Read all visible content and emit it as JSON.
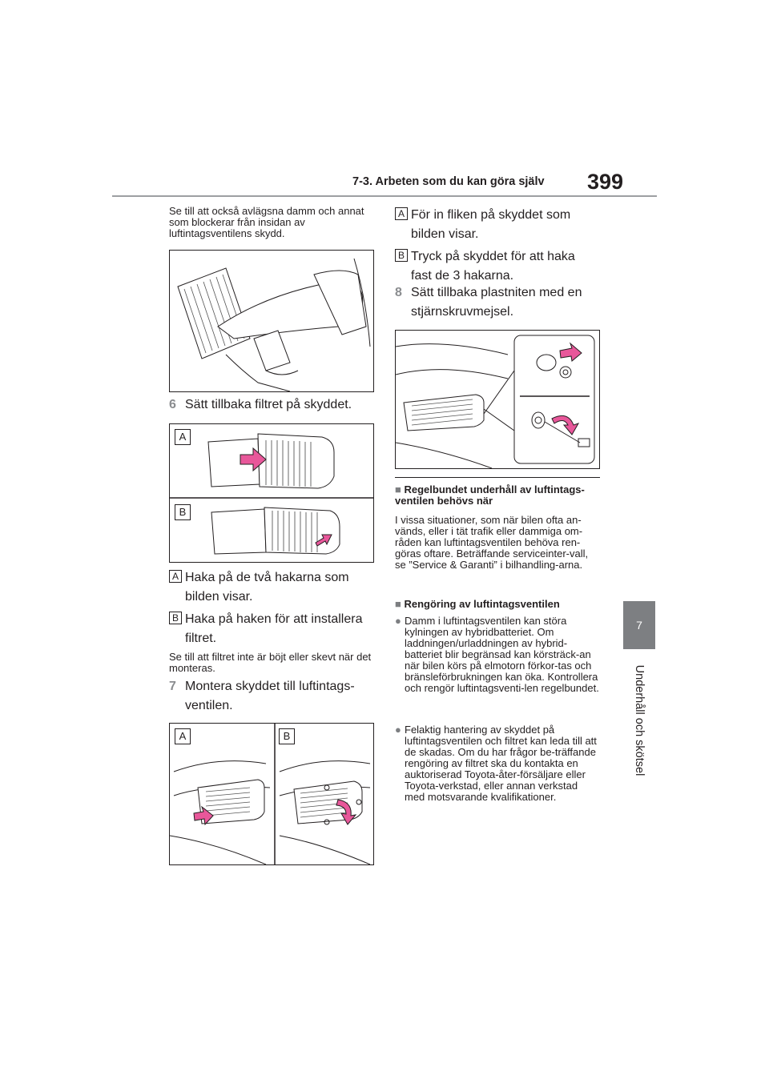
{
  "header": {
    "section": "7-3. Arbeten som du kan göra själv",
    "page_number": "399"
  },
  "side_tab": {
    "chapter_number": "7",
    "chapter_title": "Underhåll och skötsel"
  },
  "left_column": {
    "intro_note": "Se till att också avlägsna damm och annat som blockerar från insidan av luftintagsventilens skydd.",
    "step6": {
      "number": "6",
      "text": "Sätt tillbaka filtret på skyddet."
    },
    "fig2_labels": {
      "a": "A",
      "b": "B"
    },
    "item_a": {
      "label": "A",
      "text": "Haka på de två hakarna som bilden visar."
    },
    "item_b": {
      "label": "B",
      "text": "Haka på haken för att installera filtret."
    },
    "note2": "Se till att filtret inte är böjt eller skevt när det monteras.",
    "step7": {
      "number": "7",
      "text": "Montera skyddet till luftintags-ventilen."
    },
    "fig3_labels": {
      "a": "A",
      "b": "B"
    }
  },
  "right_column": {
    "item_a": {
      "label": "A",
      "text": "För in fliken på skyddet som bilden visar."
    },
    "item_b": {
      "label": "B",
      "text": "Tryck på skyddet för att haka fast de 3 hakarna."
    },
    "step8": {
      "number": "8",
      "text": "Sätt tillbaka plastniten med en stjärnskruvmejsel."
    },
    "section1": {
      "marker": "■",
      "title": "Regelbundet underhåll av luftintags-ventilen behövs när",
      "body": "I vissa situationer, som när bilen ofta an-vänds, eller i tät trafik eller dammiga om-råden kan luftintagsventilen behöva ren-göras oftare. Beträffande serviceinter-vall, se ”Service & Garanti” i bilhandling-arna."
    },
    "section2": {
      "marker": "■",
      "title": "Rengöring av luftintagsventilen",
      "bullet_marker": "●",
      "bullets": [
        "Damm i luftintagsventilen kan störa kylningen av hybridbatteriet. Om laddningen/urladdningen av hybrid-batteriet blir begränsad kan körsträck-an när bilen körs på elmotorn förkor-tas och bränsleförbrukningen kan öka. Kontrollera och rengör luftintagsventi-len regelbundet.",
        "Felaktig hantering av skyddet på luftintagsventilen och filtret kan leda till att de skadas. Om du har frågor be-träffande rengöring av filtret ska du kontakta en auktoriserad Toyota-åter-försäljare eller Toyota-verkstad, eller annan verkstad med motsvarande kvalifikationer."
      ]
    }
  },
  "colors": {
    "accent_gray": "#7d7f82",
    "arrow_pink": "#e8579a",
    "text": "#231f20"
  }
}
